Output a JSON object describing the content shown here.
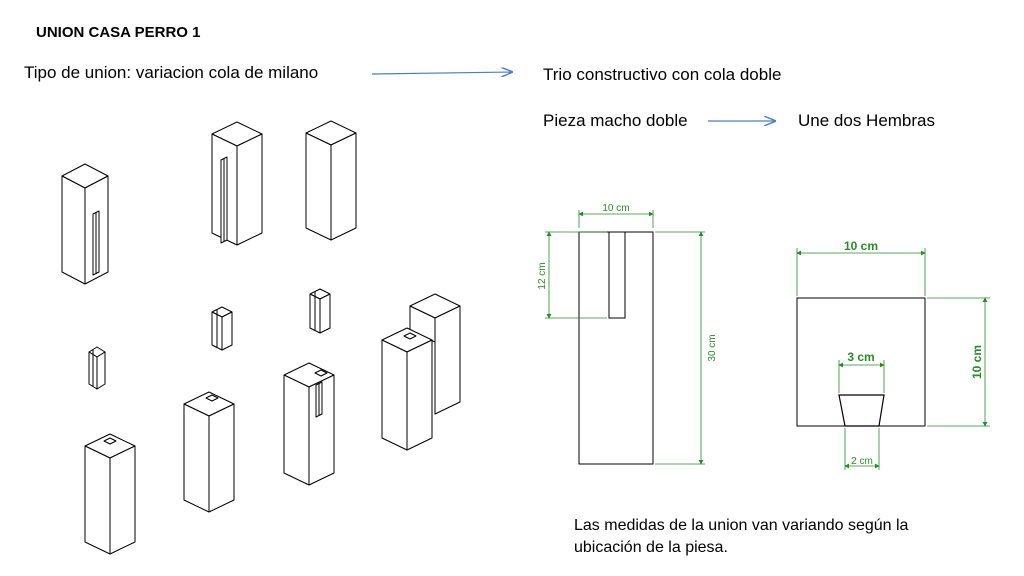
{
  "slide": {
    "title": "UNION CASA PERRO 1",
    "union_type": "Tipo de union: variacion cola de milano",
    "construction": "Trio constructivo con cola doble",
    "male_piece": "Pieza macho doble",
    "joins": "Une dos Hembras",
    "note_line1": "Las medidas de la union van variando según la",
    "note_line2": "ubicación de la piesa."
  },
  "drawing_front": {
    "width_label": "10 cm",
    "slot_label": "12 cm",
    "height_label": "30 cm"
  },
  "drawing_top": {
    "width_label": "10 cm",
    "height_label": "10 cm",
    "dovetail_top_label": "3 cm",
    "dovetail_bottom_label": "2 cm"
  },
  "colors": {
    "arrow": "#4a7fc1",
    "dimension": "#2a8a2a",
    "line": "#000000"
  }
}
